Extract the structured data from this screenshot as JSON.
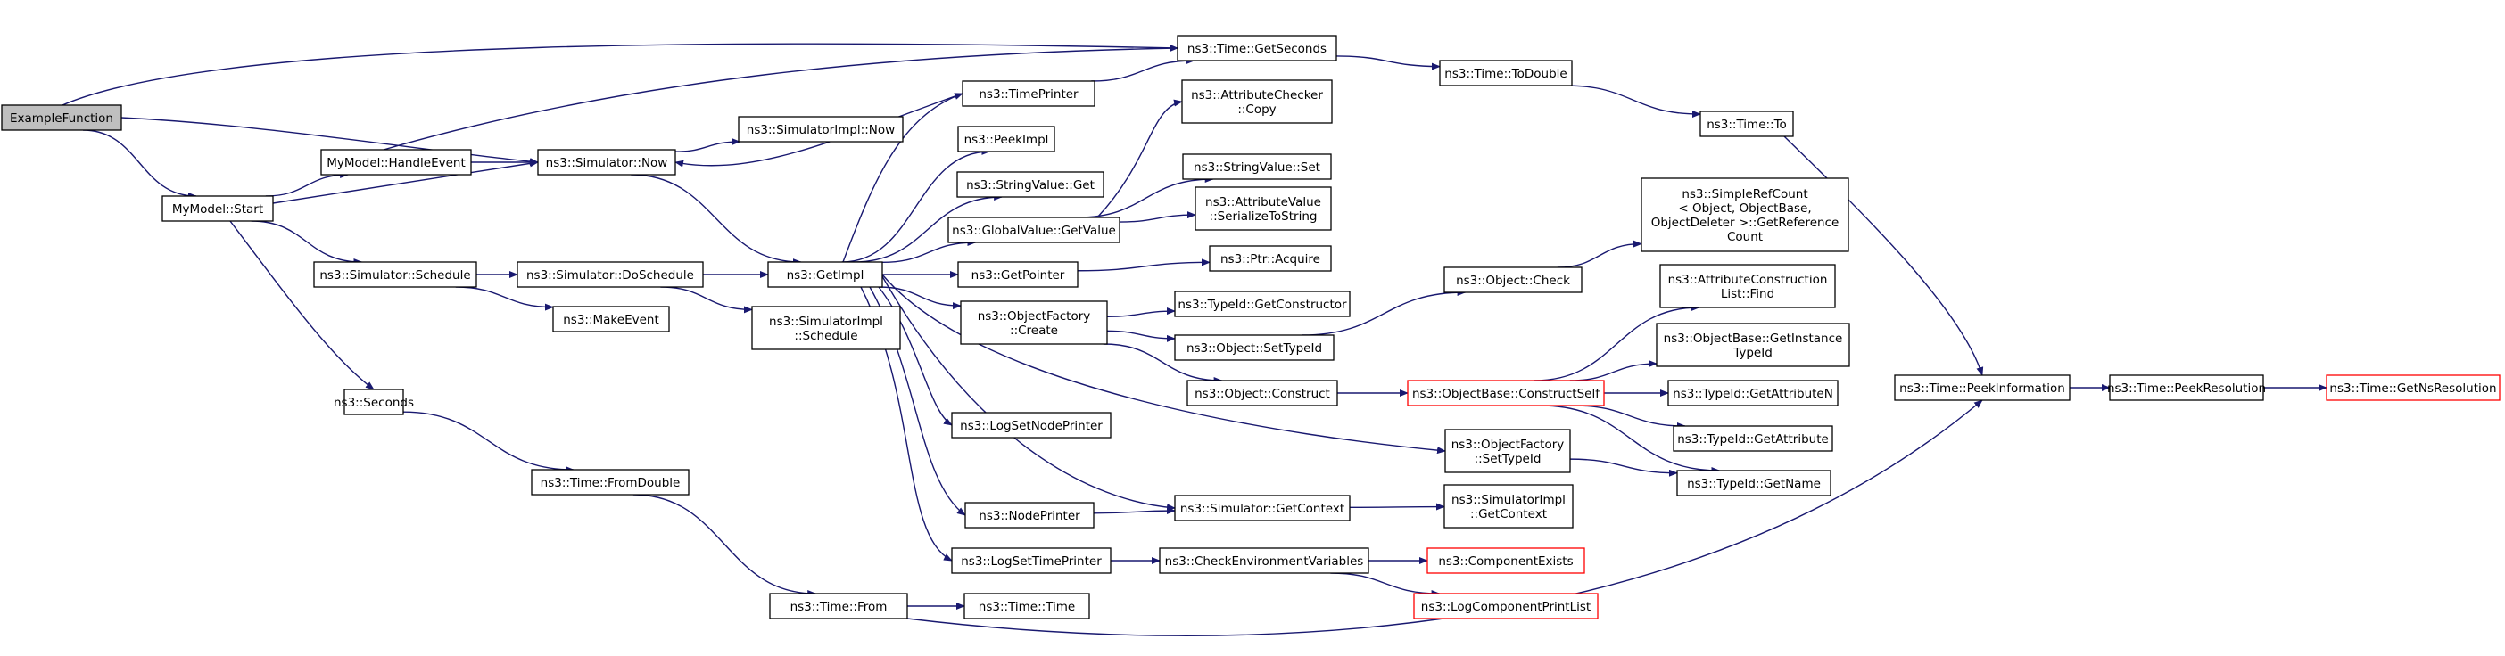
{
  "colors": {
    "edge": "#191970",
    "node_border": "#000000",
    "truncated_border": "#ff0000",
    "root_fill": "#bfbfbf"
  },
  "nodes": {
    "n0": [
      "ExampleFunction"
    ],
    "n1": [
      "MyModel::HandleEvent"
    ],
    "n2": [
      "MyModel::Start"
    ],
    "n3": [
      "ns3::Simulator::Now"
    ],
    "n4": [
      "ns3::Simulator::Schedule"
    ],
    "n5": [
      "ns3::Seconds"
    ],
    "n6": [
      "ns3::SimulatorImpl::Now"
    ],
    "n7": [
      "ns3::Simulator::DoSchedule"
    ],
    "n8": [
      "ns3::MakeEvent"
    ],
    "n9": [
      "ns3::Time::FromDouble"
    ],
    "n10": [
      "ns3::Time::From"
    ],
    "n11": [
      "ns3::GetImpl"
    ],
    "n12": [
      "ns3::SimulatorImpl",
      "::Schedule"
    ],
    "n13": [
      "ns3::TimePrinter"
    ],
    "n14": [
      "ns3::PeekImpl"
    ],
    "n15": [
      "ns3::StringValue::Get"
    ],
    "n16": [
      "ns3::GlobalValue::GetValue"
    ],
    "n17": [
      "ns3::GetPointer"
    ],
    "n18": [
      "ns3::ObjectFactory",
      "::Create"
    ],
    "n19": [
      "ns3::LogSetNodePrinter"
    ],
    "n20": [
      "ns3::NodePrinter"
    ],
    "n21": [
      "ns3::LogSetTimePrinter"
    ],
    "n22": [
      "ns3::Time::GetSeconds"
    ],
    "n23": [
      "ns3::AttributeChecker",
      "::Copy"
    ],
    "n24": [
      "ns3::StringValue::Set"
    ],
    "n25": [
      "ns3::AttributeValue",
      "::SerializeToString"
    ],
    "n26": [
      "ns3::Ptr::Acquire"
    ],
    "n27": [
      "ns3::TypeId::GetConstructor"
    ],
    "n28": [
      "ns3::Object::SetTypeId"
    ],
    "n29": [
      "ns3::Object::Construct"
    ],
    "n30": [
      "ns3::Simulator::GetContext"
    ],
    "n31": [
      "ns3::CheckEnvironmentVariables"
    ],
    "n32": [
      "ns3::Time::Time"
    ],
    "n33": [
      "ns3::Time::ToDouble"
    ],
    "n34": [
      "ns3::Object::Check"
    ],
    "n35": [
      "ns3::ObjectBase::ConstructSelf"
    ],
    "n36": [
      "ns3::ObjectFactory",
      "::SetTypeId"
    ],
    "n37": [
      "ns3::SimulatorImpl",
      "::GetContext"
    ],
    "n38": [
      "ns3::ComponentExists"
    ],
    "n39": [
      "ns3::LogComponentPrintList"
    ],
    "n40": [
      "ns3::Time::To"
    ],
    "n41": [
      "ns3::SimpleRefCount",
      "< Object, ObjectBase,",
      "ObjectDeleter >::GetReference",
      "Count"
    ],
    "n42": [
      "ns3::AttributeConstruction",
      "List::Find"
    ],
    "n43": [
      "ns3::ObjectBase::GetInstance",
      "TypeId"
    ],
    "n44": [
      "ns3::TypeId::GetAttributeN"
    ],
    "n45": [
      "ns3::TypeId::GetAttribute"
    ],
    "n46": [
      "ns3::TypeId::GetName"
    ],
    "n47": [
      "ns3::Time::PeekInformation"
    ],
    "n48": [
      "ns3::Time::PeekResolution"
    ],
    "n49": [
      "ns3::Time::GetNsResolution"
    ]
  }
}
